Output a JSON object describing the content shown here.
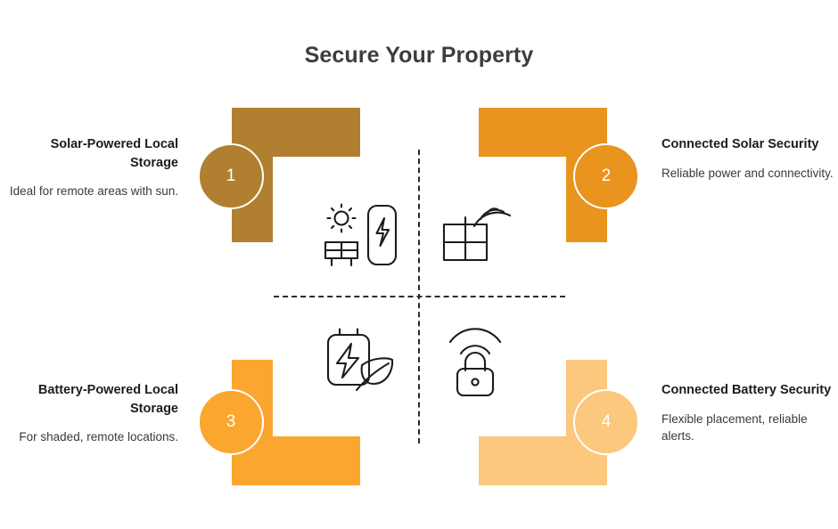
{
  "header": {
    "title": "Secure Your Property"
  },
  "theme": {
    "background": "#ffffff",
    "title_color": "#3d3d3d",
    "heading_color": "#1c1c1c",
    "body_color": "#3a3a3a",
    "divider_color": "#2b2b2b",
    "icon_stroke": "#1c1c1c",
    "badge_text_color": "#ffffff",
    "badge_ring_color": "#ffffff"
  },
  "quadrants": [
    {
      "number": "1",
      "position": "top-left",
      "color": "#B08030",
      "heading": "Solar-Powered Local Storage",
      "body": "Ideal for remote areas with sun.",
      "text_align": "right",
      "icon": "solar-panel-battery-icon"
    },
    {
      "number": "2",
      "position": "top-right",
      "color": "#E8941E",
      "heading": "Connected Solar Security",
      "body": "Reliable power and connectivity.",
      "text_align": "left",
      "icon": "solar-panel-wifi-icon"
    },
    {
      "number": "3",
      "position": "bottom-left",
      "color": "#FBA62E",
      "heading": "Battery-Powered Local Storage",
      "body": "For shaded, remote locations.",
      "text_align": "right",
      "icon": "battery-leaf-icon"
    },
    {
      "number": "4",
      "position": "bottom-right",
      "color": "#FBC87E",
      "heading": "Connected Battery Security",
      "body": "Flexible placement, reliable alerts.",
      "text_align": "left",
      "icon": "wifi-padlock-icon"
    }
  ]
}
